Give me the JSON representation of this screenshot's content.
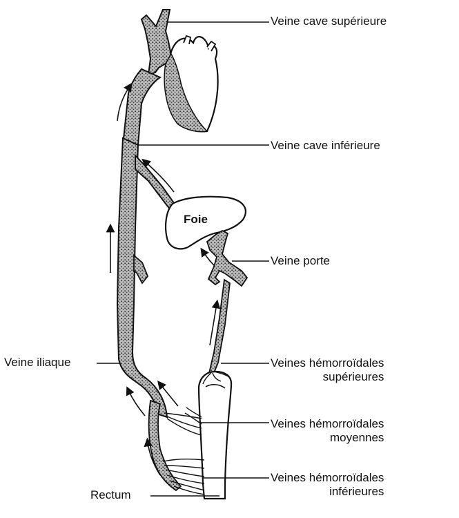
{
  "labels": {
    "veine_cave_superieure": "Veine cave supérieure",
    "veine_cave_inferieure": "Veine cave inférieure",
    "veine_porte": "Veine porte",
    "veine_iliaque": "Veine iliaque",
    "veines_hemorroidales_superieures": [
      "Veines hémorroïdales",
      "supérieures"
    ],
    "veines_hemorroidales_moyennes": [
      "Veines hémorroïdales",
      "moyennes"
    ],
    "veines_hemorroidales_inferieures": [
      "Veines hémorroïdales",
      "inférieures"
    ],
    "rectum": "Rectum",
    "foie": "Foie"
  },
  "colors": {
    "ink": "#111111",
    "vein_fill": "#8a8a8a",
    "background": "#ffffff"
  }
}
